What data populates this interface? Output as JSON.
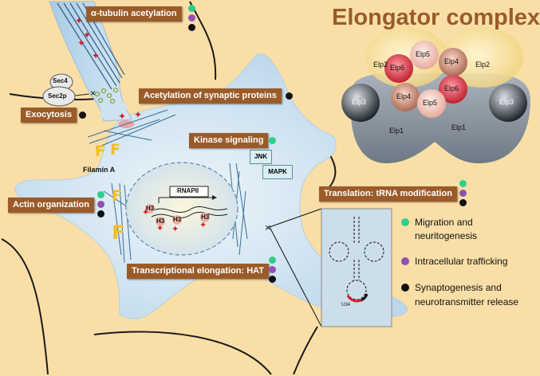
{
  "title": "Elongator complex",
  "labels": {
    "tubulin": "α-tubulin acetylation",
    "synaptic": "Acetylation of synaptic proteins",
    "exocytosis": "Exocytosis",
    "kinase": "Kinase signaling",
    "actin": "Actin organization",
    "translation": "Translation: tRNA modification",
    "transcription": "Transcriptional elongation: HAT"
  },
  "proteins": {
    "sec4": "Sec4",
    "sec2p": "Sec2p",
    "filamin": "Filamin A",
    "jnk": "JNK",
    "mapk": "MAPK",
    "rnapii": "RNAPII",
    "h3": "H3",
    "u34": "U34"
  },
  "subunits": {
    "elp1": "Elp1",
    "elp2": "Elp2",
    "elp3": "Elp3",
    "elp4": "Elp4",
    "elp5": "Elp5",
    "elp6": "Elp6"
  },
  "legend": [
    {
      "color": "#2ecf8a",
      "lines": [
        "Migration and",
        "neuritogenesis"
      ]
    },
    {
      "color": "#8f52b0",
      "lines": [
        "Intracellular trafficking"
      ]
    },
    {
      "color": "#111111",
      "lines": [
        "Synaptogenesis and",
        "neurotransmitter release"
      ]
    }
  ],
  "colors": {
    "background": "#f9dfa7",
    "cell": "#d4e6f2",
    "label": "#9a5b29",
    "migration": "#2ecf8a",
    "trafficking": "#8f52b0",
    "synaptogenesis": "#111111"
  }
}
